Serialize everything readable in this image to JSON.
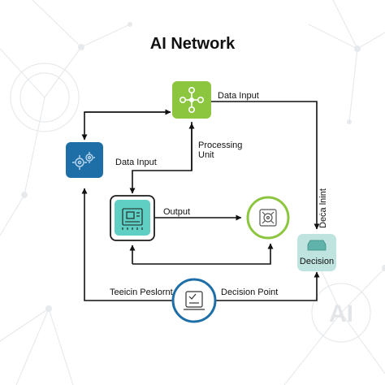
{
  "title": "AI Network",
  "labels": {
    "data_input_top": "Data Input",
    "data_input_left": "Data Input",
    "processing_unit_line1": "Processing",
    "processing_unit_line2": "Unit",
    "output": "Output",
    "vertical_label": "Deċa lnint",
    "decision": "Decision",
    "bottom_left": "Teeicin Peslornt",
    "decision_point": "Decision Point",
    "ai_badge": "AI"
  },
  "colors": {
    "green_node": "#8cc63f",
    "blue_node": "#1e6fa8",
    "teal_node": "#5fcfc4",
    "teal_node_border": "#1d1d1d",
    "output_ring": "#8cc63f",
    "decision_node": "#bfe3df",
    "bottom_ring": "#1e6fa8",
    "arrow": "#111111",
    "background_network": "#e6e9ec"
  },
  "icons": {
    "data_input_node": "network-nodes-icon",
    "left_node": "gears-icon",
    "processing_node": "circuit-board-icon",
    "output_node": "target-chip-icon",
    "decision_node": "database-icon",
    "decision_point_node": "checklist-icon"
  }
}
